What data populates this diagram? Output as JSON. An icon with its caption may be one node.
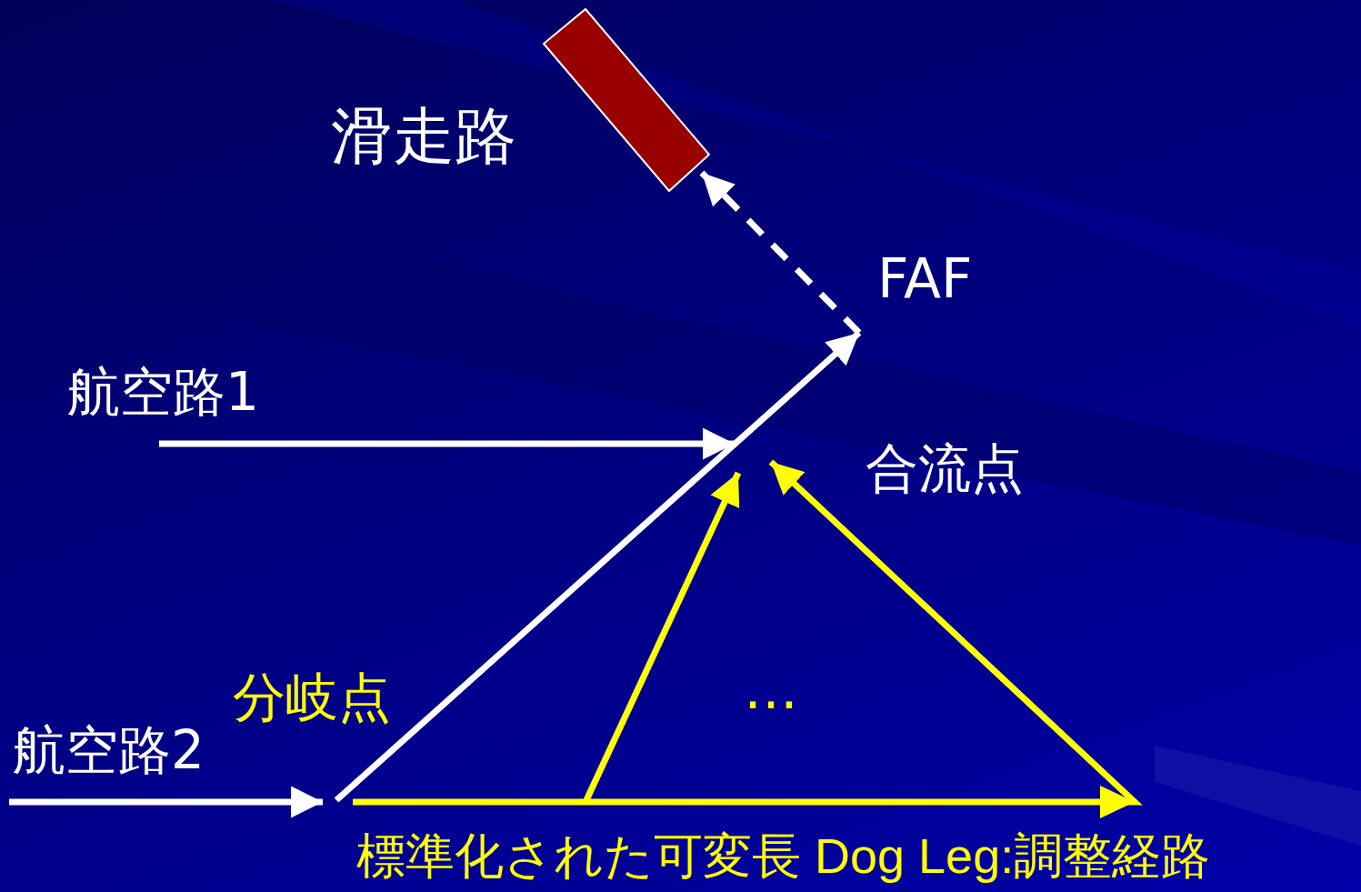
{
  "diagram": {
    "nodes": [
      {
        "text": [],
        "shape": "bar",
        "beside": [
          "滑走路"
        ]
      },
      {
        "text": [
          "FAF"
        ]
      },
      {
        "text": [
          "合流点"
        ]
      },
      {
        "text": [
          "分岐点"
        ]
      },
      {
        "text": [
          "航空路1"
        ]
      },
      {
        "text": [
          "航空路2"
        ]
      }
    ],
    "edges": [
      {
        "from": 1,
        "to": 0,
        "arrow": "to",
        "style": "dashed"
      },
      {
        "from": 4,
        "to": 2,
        "arrow": "to"
      },
      {
        "from": 5,
        "to": 3,
        "arrow": "to"
      },
      {
        "from": 3,
        "to": 1,
        "arrow": "to"
      },
      {
        "from": 3,
        "to": 2,
        "arrow": "to",
        "color": "#ffff00"
      },
      {
        "from": null,
        "to": 2,
        "arrow": "to",
        "color": "#ffff00"
      }
    ],
    "labels": [
      "…",
      "標準化された可変長 Dog Leg:調整経路"
    ]
  }
}
